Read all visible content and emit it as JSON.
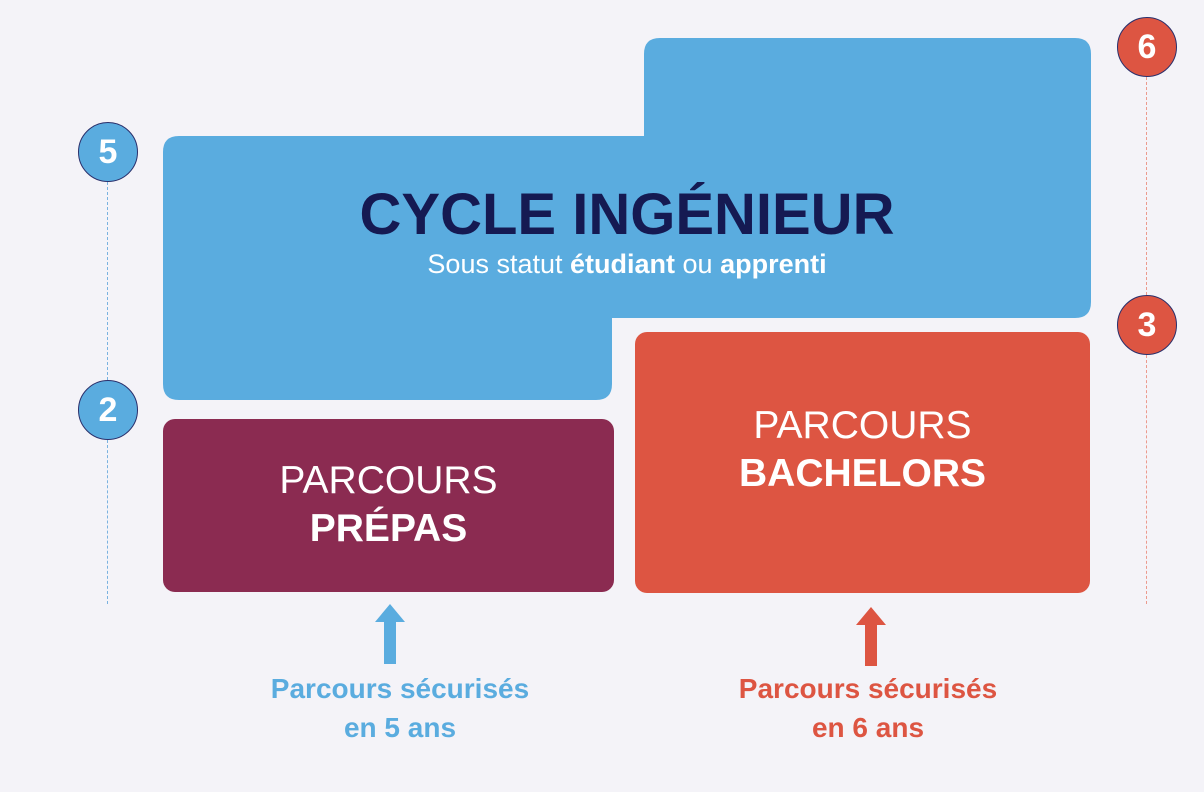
{
  "colors": {
    "background": "#f4f3f8",
    "cycle_blue": "#5aacdf",
    "title_navy": "#151a52",
    "prepas_purple": "#8b2b51",
    "bachelors_red": "#dd5542",
    "badge_border": "#2a2f6b"
  },
  "cycle_ingenieur": {
    "title": "CYCLE INGÉNIEUR",
    "subtitle_prefix": "Sous statut ",
    "subtitle_bold1": "étudiant",
    "subtitle_mid": " ou ",
    "subtitle_bold2": "apprenti"
  },
  "prepas": {
    "line1": "PARCOURS",
    "line2": "PRÉPAS"
  },
  "bachelors": {
    "line1": "PARCOURS",
    "line2": "BACHELORS"
  },
  "badges": {
    "left_top": "5",
    "left_bottom": "2",
    "right_top": "6",
    "right_bottom": "3"
  },
  "captions": {
    "left_line1": "Parcours sécurisés",
    "left_line2": "en 5 ans",
    "right_line1": "Parcours sécurisés",
    "right_line2": "en 6 ans"
  }
}
